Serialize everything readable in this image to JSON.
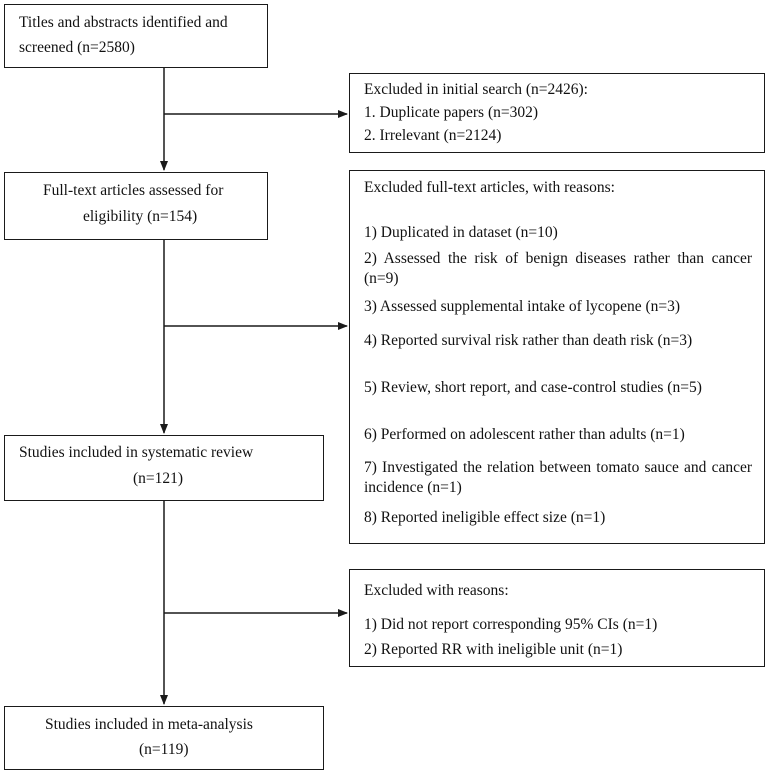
{
  "boxes": {
    "identified": {
      "line1": "Titles and abstracts identified and",
      "line2": "screened (n=2580)"
    },
    "excluded_initial": {
      "title": "Excluded in initial search (n=2426):",
      "items": [
        "1. Duplicate papers (n=302)",
        "2. Irrelevant (n=2124)"
      ]
    },
    "fulltext": {
      "line1": "Full-text articles assessed for",
      "line2": "eligibility (n=154)"
    },
    "excluded_fulltext": {
      "title": "Excluded full-text articles, with reasons:",
      "items": [
        "1) Duplicated in dataset (n=10)",
        "2) Assessed the risk of benign diseases rather than cancer (n=9)",
        "3) Assessed supplemental intake of lycopene (n=3)",
        "4) Reported survival risk rather than death risk (n=3)",
        "5) Review, short report, and case-control studies (n=5)",
        "6) Performed on adolescent rather than adults (n=1)",
        "7) Investigated the relation between tomato sauce and cancer incidence (n=1)",
        "8) Reported ineligible effect size (n=1)"
      ]
    },
    "systematic": {
      "line1": "Studies included in systematic review",
      "line2": "(n=121)"
    },
    "excluded_reasons": {
      "title": "Excluded with reasons:",
      "items": [
        "1) Did not report corresponding 95% CIs (n=1)",
        "2) Reported RR with ineligible unit (n=1)"
      ]
    },
    "meta": {
      "line1": "Studies included in meta-analysis",
      "line2": "(n=119)"
    }
  }
}
